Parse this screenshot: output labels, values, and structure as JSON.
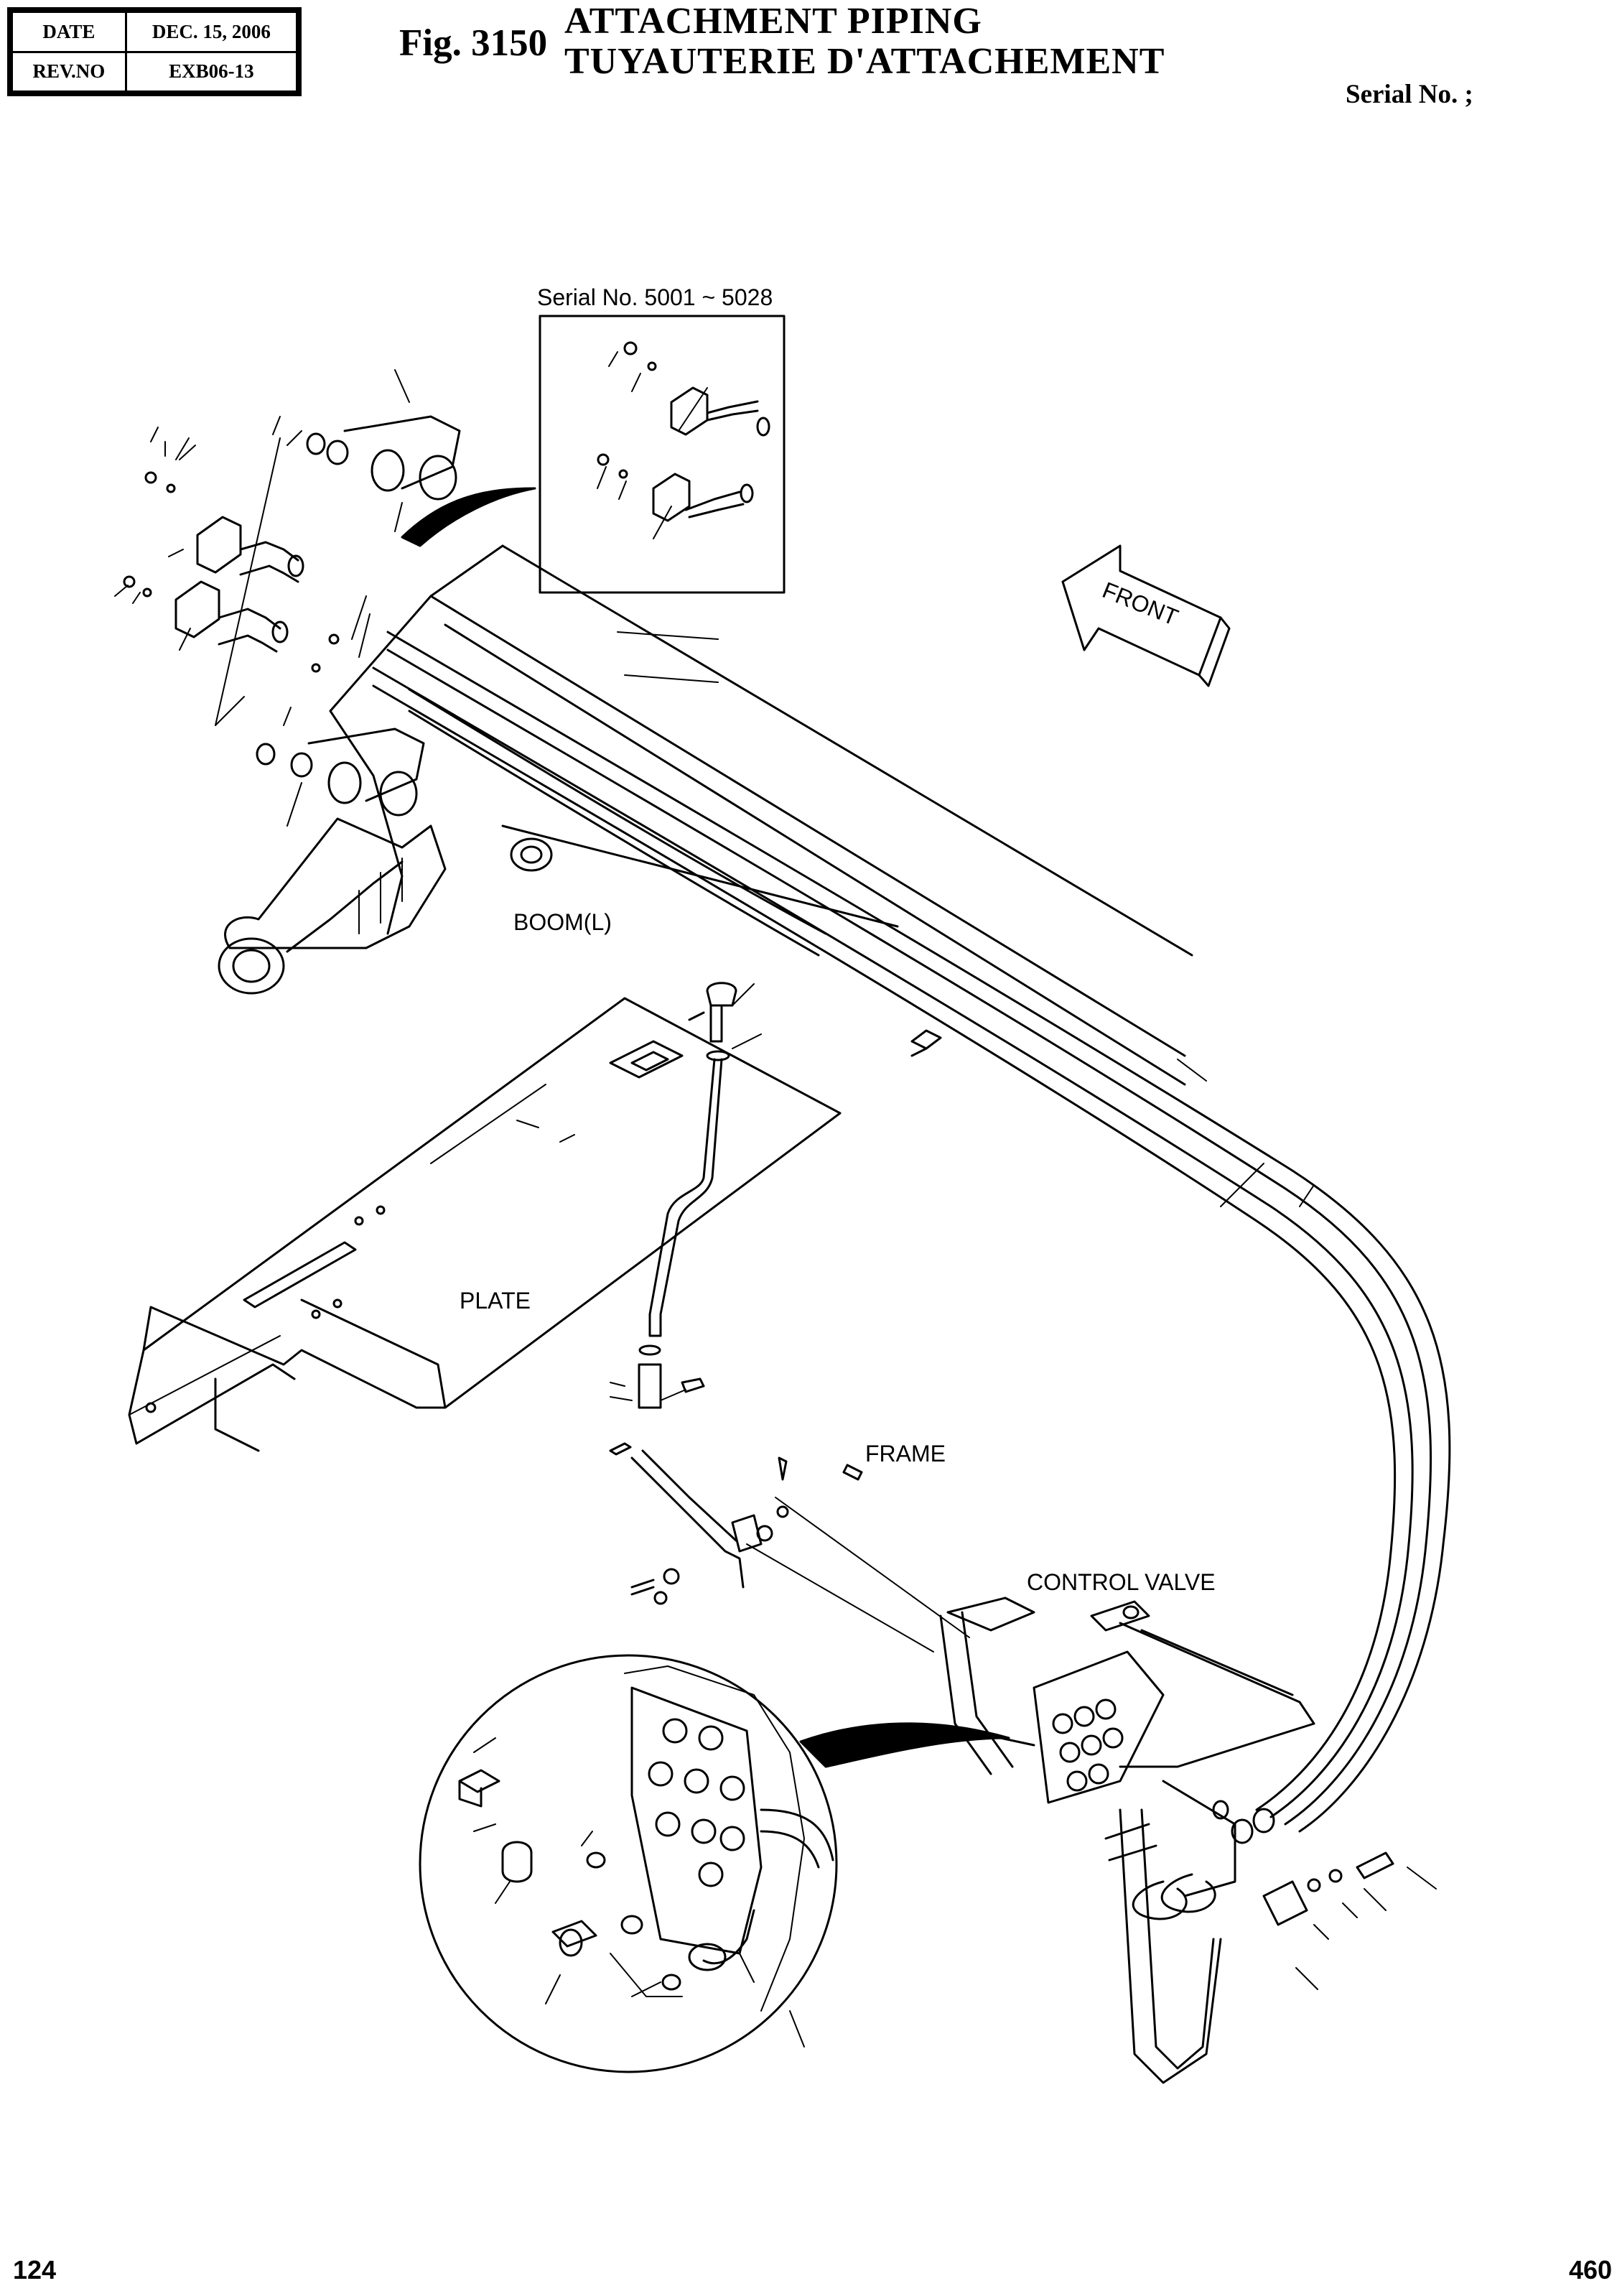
{
  "header": {
    "date_label": "DATE",
    "date_value": "DEC. 15, 2006",
    "rev_label": "REV.NO",
    "rev_value": "EXB06-13"
  },
  "figure": {
    "number": "Fig. 3150",
    "title_en": "ATTACHMENT  PIPING",
    "title_fr": "TUYAUTERIE  D'ATTACHEMENT",
    "serial_label": "Serial No. ;"
  },
  "labels": {
    "inset_serial": "Serial No. 5001 ~ 5028",
    "front": "FRONT",
    "boom": "BOOM(L)",
    "plate": "PLATE",
    "frame": "FRAME",
    "control_valve": "CONTROL VALVE"
  },
  "footer": {
    "page_left": "124",
    "page_right": "460"
  }
}
